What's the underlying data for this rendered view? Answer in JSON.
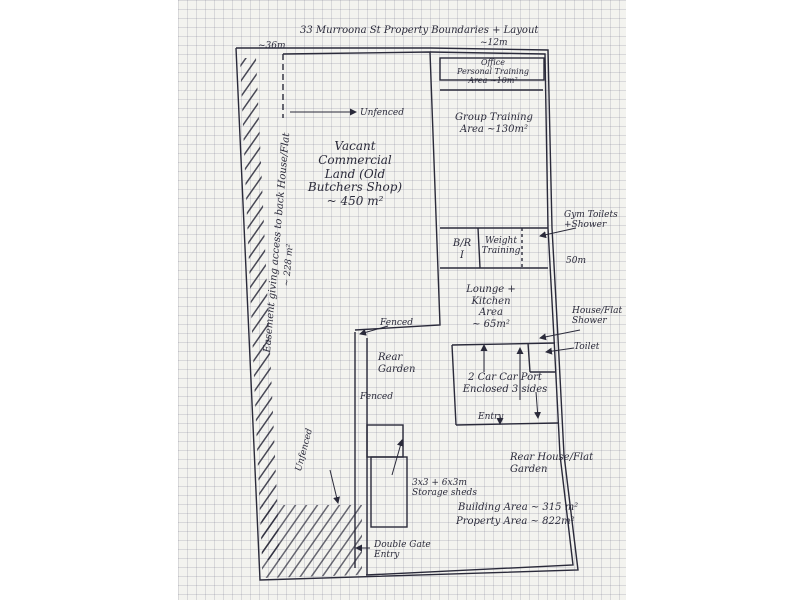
{
  "title": "33 Murroona St Property Boundaries + Layout",
  "dimensions": {
    "left_width": "~36m",
    "right_width": "~12m",
    "right_length": "50m"
  },
  "areas": {
    "vacant_land": [
      "Vacant",
      "Commercial",
      "Land (Old",
      "Butchers Shop)",
      "~ 450 m²"
    ],
    "unfenced_top": "Unfenced",
    "office": [
      "Office",
      "Personal Training",
      "Area ~10m²"
    ],
    "group_training": [
      "Group Training",
      "Area ~130m²"
    ],
    "gym_toilets": [
      "Gym Toilets",
      "+Shower"
    ],
    "br": [
      "B/R",
      "I"
    ],
    "weight_training": [
      "Weight",
      "Training"
    ],
    "lounge": [
      "Lounge +",
      "Kitchen",
      "Area",
      "~ 65m²"
    ],
    "house_shower": [
      "House/Flat",
      "Shower"
    ],
    "toilet": "Toilet",
    "fenced_top": "Fenced",
    "rear_garden": [
      "Rear",
      "Garden"
    ],
    "fenced_side": "Fenced",
    "carport": [
      "2 Car Car Port",
      "Enclosed 3 sides"
    ],
    "entry": "Entry",
    "rear_house_garden": [
      "Rear House/Flat",
      "Garden"
    ],
    "storage": [
      "3x3 + 6x3m",
      "Storage sheds"
    ],
    "unfenced_side": "Unfenced",
    "double_gate": [
      "Double Gate",
      "Entry"
    ],
    "easement": "Easement giving access to back House/Flat",
    "easement_area": "~ 228 m²",
    "building_area": "Building Area ~ 315 m²",
    "property_area": "Property Area ~ 822m²"
  },
  "colors": {
    "ink": "#2a2a3a",
    "paper": "#f3f3ef",
    "grid": "#8a8aa0"
  }
}
